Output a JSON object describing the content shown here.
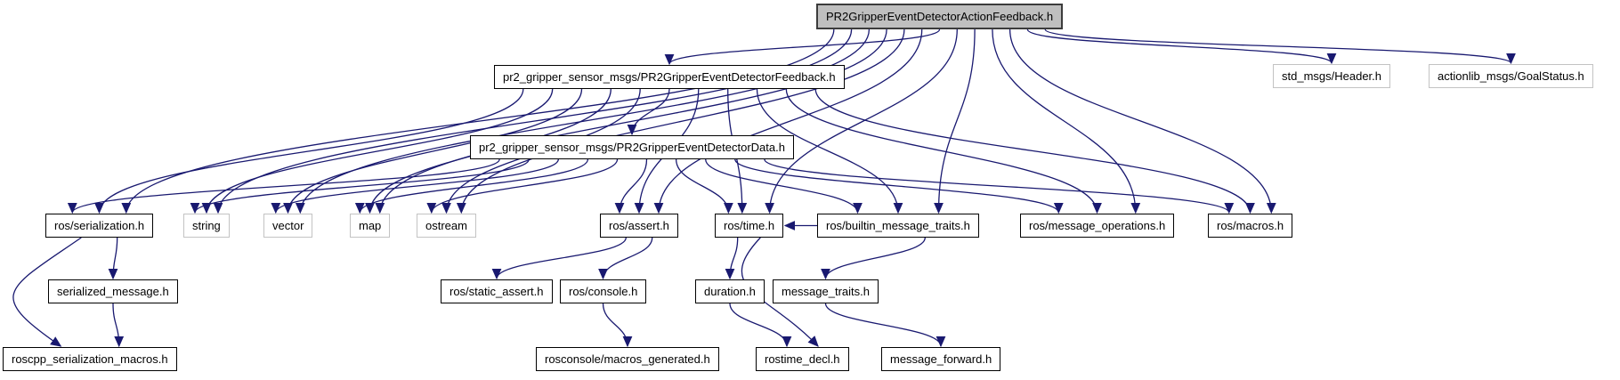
{
  "diagram": {
    "title_node": "PR2GripperEventDetectorActionFeedback.h",
    "type": "doxygen-include-dependency-graph",
    "colors": {
      "edge": "#191970",
      "root_fill": "#bfbfbf",
      "node_fill": "#ffffff",
      "node_border": "#000000",
      "external_border": "#c3c3c3",
      "background": "#ffffff"
    },
    "nodes": [
      {
        "id": "root",
        "label": "PR2GripperEventDetectorActionFeedback.h",
        "kind": "root"
      },
      {
        "id": "feedback",
        "label": "pr2_gripper_sensor_msgs/PR2GripperEventDetectorFeedback.h",
        "kind": "internal"
      },
      {
        "id": "header",
        "label": "std_msgs/Header.h",
        "kind": "external"
      },
      {
        "id": "goalstatus",
        "label": "actionlib_msgs/GoalStatus.h",
        "kind": "external"
      },
      {
        "id": "data",
        "label": "pr2_gripper_sensor_msgs/PR2GripperEventDetectorData.h",
        "kind": "internal"
      },
      {
        "id": "serialization",
        "label": "ros/serialization.h",
        "kind": "internal"
      },
      {
        "id": "string",
        "label": "string",
        "kind": "external"
      },
      {
        "id": "vector",
        "label": "vector",
        "kind": "external"
      },
      {
        "id": "map",
        "label": "map",
        "kind": "external"
      },
      {
        "id": "ostream",
        "label": "ostream",
        "kind": "external"
      },
      {
        "id": "assert",
        "label": "ros/assert.h",
        "kind": "internal"
      },
      {
        "id": "time",
        "label": "ros/time.h",
        "kind": "internal"
      },
      {
        "id": "builtin",
        "label": "ros/builtin_message_traits.h",
        "kind": "internal"
      },
      {
        "id": "msgops",
        "label": "ros/message_operations.h",
        "kind": "internal"
      },
      {
        "id": "macros",
        "label": "ros/macros.h",
        "kind": "internal"
      },
      {
        "id": "serialized_message",
        "label": "serialized_message.h",
        "kind": "internal"
      },
      {
        "id": "static_assert",
        "label": "ros/static_assert.h",
        "kind": "internal"
      },
      {
        "id": "console",
        "label": "ros/console.h",
        "kind": "internal"
      },
      {
        "id": "duration",
        "label": "duration.h",
        "kind": "internal"
      },
      {
        "id": "message_traits",
        "label": "message_traits.h",
        "kind": "internal"
      },
      {
        "id": "roscpp_macros",
        "label": "roscpp_serialization_macros.h",
        "kind": "internal"
      },
      {
        "id": "rosconsole_macros",
        "label": "rosconsole/macros_generated.h",
        "kind": "internal"
      },
      {
        "id": "rostime_decl",
        "label": "rostime_decl.h",
        "kind": "internal"
      },
      {
        "id": "message_forward",
        "label": "message_forward.h",
        "kind": "internal"
      }
    ],
    "edges": [
      [
        "root",
        "feedback"
      ],
      [
        "root",
        "header"
      ],
      [
        "root",
        "goalstatus"
      ],
      [
        "root",
        "serialization"
      ],
      [
        "root",
        "string"
      ],
      [
        "root",
        "vector"
      ],
      [
        "root",
        "map"
      ],
      [
        "root",
        "ostream"
      ],
      [
        "root",
        "assert"
      ],
      [
        "root",
        "time"
      ],
      [
        "root",
        "builtin"
      ],
      [
        "root",
        "msgops"
      ],
      [
        "root",
        "macros"
      ],
      [
        "feedback",
        "data"
      ],
      [
        "feedback",
        "serialization"
      ],
      [
        "feedback",
        "string"
      ],
      [
        "feedback",
        "vector"
      ],
      [
        "feedback",
        "map"
      ],
      [
        "feedback",
        "ostream"
      ],
      [
        "feedback",
        "assert"
      ],
      [
        "feedback",
        "time"
      ],
      [
        "feedback",
        "builtin"
      ],
      [
        "feedback",
        "msgops"
      ],
      [
        "feedback",
        "macros"
      ],
      [
        "data",
        "serialization"
      ],
      [
        "data",
        "string"
      ],
      [
        "data",
        "vector"
      ],
      [
        "data",
        "map"
      ],
      [
        "data",
        "ostream"
      ],
      [
        "data",
        "assert"
      ],
      [
        "data",
        "time"
      ],
      [
        "data",
        "builtin"
      ],
      [
        "data",
        "msgops"
      ],
      [
        "data",
        "macros"
      ],
      [
        "serialization",
        "serialized_message"
      ],
      [
        "serialization",
        "roscpp_macros"
      ],
      [
        "serialized_message",
        "roscpp_macros"
      ],
      [
        "assert",
        "static_assert"
      ],
      [
        "assert",
        "console"
      ],
      [
        "console",
        "rosconsole_macros"
      ],
      [
        "time",
        "duration"
      ],
      [
        "time",
        "rostime_decl"
      ],
      [
        "duration",
        "rostime_decl"
      ],
      [
        "builtin",
        "time"
      ],
      [
        "builtin",
        "message_traits"
      ],
      [
        "message_traits",
        "message_forward"
      ]
    ]
  }
}
